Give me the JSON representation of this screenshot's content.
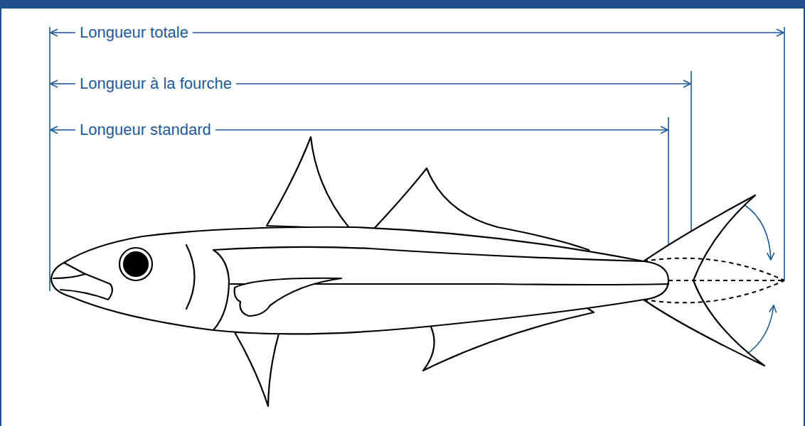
{
  "diagram": {
    "labels": [
      "Longueur totale",
      "Longueur à la fourche",
      "Longueur standard"
    ]
  }
}
